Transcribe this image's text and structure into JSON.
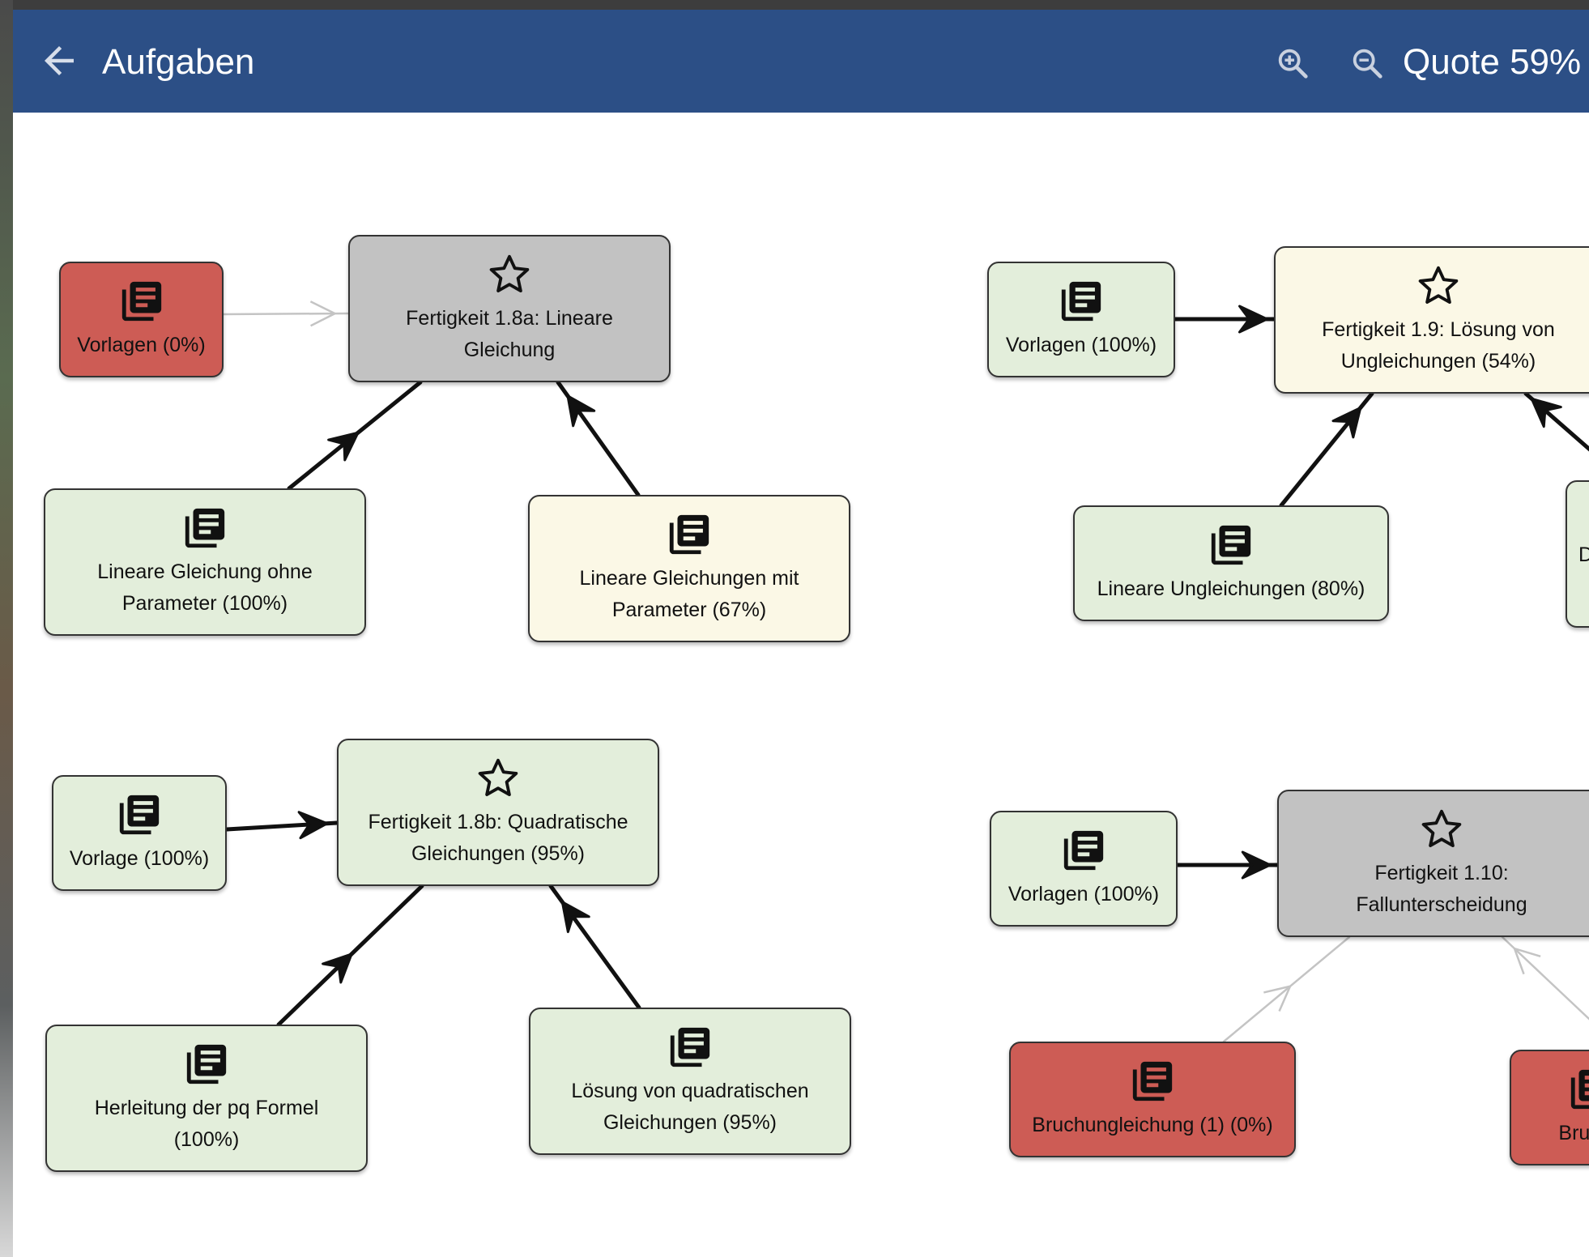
{
  "appbar": {
    "title": "Aufgaben",
    "quota_label": "Quote 59%",
    "back_icon": "arrow-left-icon",
    "zoom_in_icon": "zoom-in-icon",
    "zoom_out_icon": "zoom-out-icon"
  },
  "colors": {
    "appbar": "#2c4f86",
    "red": "#cd5c55",
    "green": "#e3eedb",
    "cream": "#fbf8e6",
    "gray": "#c2c2c2",
    "edge_strong": "#111111",
    "edge_weak": "#c4c4c4"
  },
  "nodes": [
    {
      "id": "n1",
      "label": "Vorlagen (0%)",
      "icon": "book-stack-icon",
      "state": "red"
    },
    {
      "id": "n2",
      "label": "Fertigkeit 1.8a: Lineare\nGleichung",
      "icon": "star-outline-icon",
      "state": "gray"
    },
    {
      "id": "n3",
      "label": "Lineare Gleichung ohne\nParameter (100%)",
      "icon": "book-stack-icon",
      "state": "green"
    },
    {
      "id": "n4",
      "label": "Lineare Gleichungen mit\nParameter (67%)",
      "icon": "book-stack-icon",
      "state": "cream"
    },
    {
      "id": "n5",
      "label": "Vorlagen (100%)",
      "icon": "book-stack-icon",
      "state": "green"
    },
    {
      "id": "n6",
      "label": "Fertigkeit 1.9: Lösung von\nUngleichungen (54%)",
      "icon": "star-outline-icon",
      "state": "cream"
    },
    {
      "id": "n7",
      "label": "Lineare Ungleichungen (80%)",
      "icon": "book-stack-icon",
      "state": "green"
    },
    {
      "id": "n8",
      "label": "D",
      "icon": "",
      "state": "green"
    },
    {
      "id": "n9",
      "label": "Vorlage (100%)",
      "icon": "book-stack-icon",
      "state": "green"
    },
    {
      "id": "n10",
      "label": "Fertigkeit 1.8b: Quadratische\nGleichungen (95%)",
      "icon": "star-outline-icon",
      "state": "green"
    },
    {
      "id": "n11",
      "label": "Herleitung der pq Formel\n(100%)",
      "icon": "book-stack-icon",
      "state": "green"
    },
    {
      "id": "n12",
      "label": "Lösung von quadratischen\nGleichungen (95%)",
      "icon": "book-stack-icon",
      "state": "green"
    },
    {
      "id": "n13",
      "label": "Vorlagen (100%)",
      "icon": "book-stack-icon",
      "state": "green"
    },
    {
      "id": "n14",
      "label": "Fertigkeit 1.10:\nFallunterscheidung",
      "icon": "star-outline-icon",
      "state": "gray"
    },
    {
      "id": "n15",
      "label": "Bruchungleichung (1) (0%)",
      "icon": "book-stack-icon",
      "state": "red"
    },
    {
      "id": "n16",
      "label": "Bruchu",
      "icon": "book-stack-icon",
      "state": "red"
    }
  ],
  "edges": [
    {
      "from": "n1",
      "to": "n2",
      "style": "weak"
    },
    {
      "from": "n3",
      "to": "n2",
      "style": "strong"
    },
    {
      "from": "n4",
      "to": "n2",
      "style": "strong"
    },
    {
      "from": "n5",
      "to": "n6",
      "style": "strong"
    },
    {
      "from": "n7",
      "to": "n6",
      "style": "strong"
    },
    {
      "from": "n8",
      "to": "n6",
      "style": "strong"
    },
    {
      "from": "n9",
      "to": "n10",
      "style": "strong"
    },
    {
      "from": "n11",
      "to": "n10",
      "style": "strong"
    },
    {
      "from": "n12",
      "to": "n10",
      "style": "strong"
    },
    {
      "from": "n13",
      "to": "n14",
      "style": "strong"
    },
    {
      "from": "n15",
      "to": "n14",
      "style": "weak"
    },
    {
      "from": "n16",
      "to": "n14",
      "style": "weak"
    }
  ]
}
